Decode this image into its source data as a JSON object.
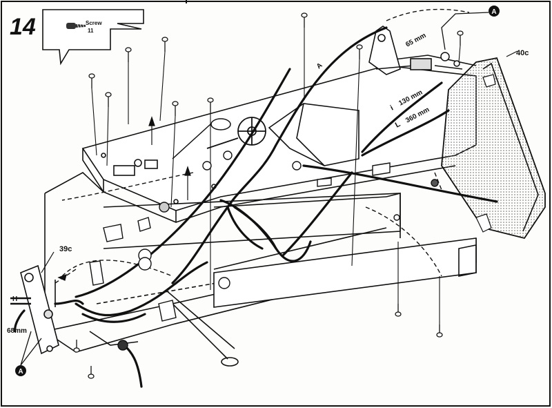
{
  "step": {
    "number": "14"
  },
  "parts_callout": {
    "part_name": "Screw",
    "quantity": "11",
    "icon": "screw-icon"
  },
  "labels": {
    "wire_65": "65 mm",
    "wire_130": "130 mm",
    "wire_360": "360 mm",
    "wire_68": "68mm",
    "letter_i": "i",
    "letter_L": "L",
    "letter_A": "A",
    "letter_H": "H",
    "part_40c": "40c",
    "part_39c": "39c",
    "marker_A": "A"
  },
  "colors": {
    "ink": "#111111",
    "paper": "#fdfdfb",
    "tone": "#c9c9c9"
  }
}
